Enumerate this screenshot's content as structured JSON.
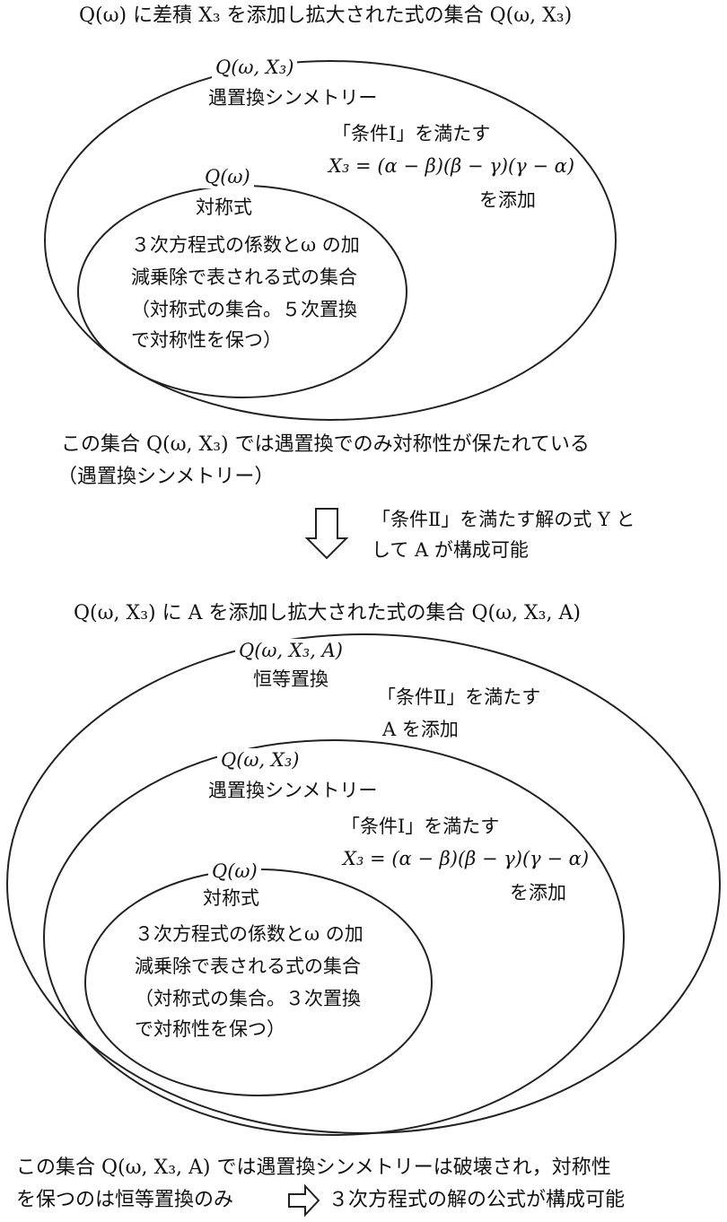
{
  "top_title": "Q(ω) に差積 X₃ を添加し拡大された式の集合 Q(ω, X₃)",
  "diagram1": {
    "outer_label": "Q(ω, X₃)",
    "outer_sub": "遇置換シンメトリー",
    "cond1": "「条件Ⅰ」を満たす",
    "cond_formula": "X₃ = (α − β)(β − γ)(γ − α)",
    "cond_add": "を添加",
    "inner_label": "Q(ω)",
    "inner_sub": "対称式",
    "inner_lines": [
      "３次方程式の係数とω の加",
      "減乗除で表される式の集合",
      "（対称式の集合。５次置換",
      "で対称性を保つ）"
    ]
  },
  "middle": {
    "line1": "この集合 Q(ω, X₃) では遇置換でのみ対称性が保たれている",
    "line2": "（遇置換シンメトリー）",
    "arrow_text1": "「条件Ⅱ」を満たす解の式 Y と",
    "arrow_text2": "して A が構成可能",
    "title2": "Q(ω,  X₃) に A を添加し拡大された式の集合 Q(ω, X₃, A)"
  },
  "diagram2": {
    "outer_label": "Q(ω, X₃, A)",
    "outer_sub": "恒等置換",
    "cond2_1": "「条件Ⅱ」を満たす",
    "cond2_2": "A を添加",
    "mid_label": "Q(ω, X₃)",
    "mid_sub": "遇置換シンメトリー",
    "cond1": "「条件Ⅰ」を満たす",
    "cond_formula": "X₃ = (α − β)(β − γ)(γ − α)",
    "cond_add": "を添加",
    "inner_label": "Q(ω)",
    "inner_sub": "対称式",
    "inner_lines": [
      "３次方程式の係数とω の加",
      "減乗除で表される式の集合",
      "（対称式の集合。３次置換",
      "で対称性を保つ）"
    ]
  },
  "footer": {
    "line1": "この集合 Q(ω, X₃, A) では遇置換シンメトリーは破壊され，対称性",
    "line2a": "を保つのは恒等置換のみ",
    "line2b": "３次方程式の解の公式が構成可能"
  }
}
